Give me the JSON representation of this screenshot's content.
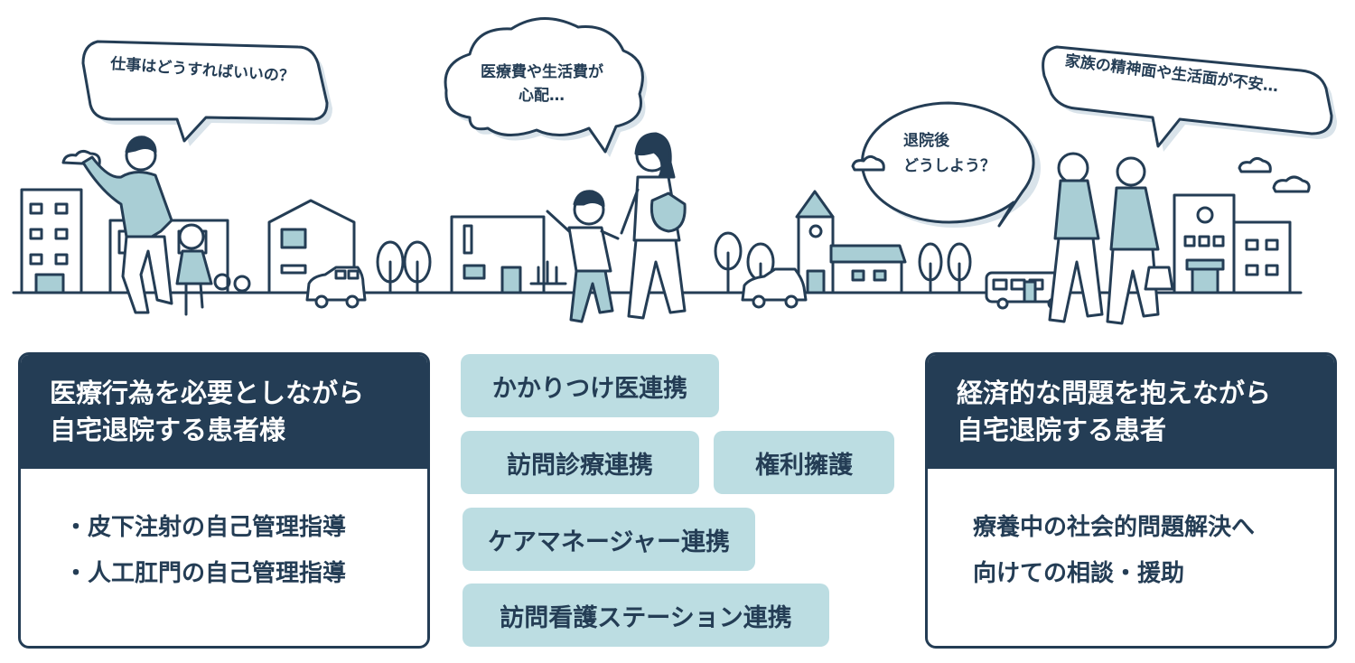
{
  "bubbles": {
    "work": "仕事はどうすればいいの？",
    "cost_line1": "医療費や生活費が",
    "cost_line2": "心配…",
    "after_line1": "退院後",
    "after_line2": "どうしよう？",
    "family": "家族の精神面や生活面が不安…"
  },
  "left_panel": {
    "title_line1": "医療行為を必要としながら",
    "title_line2": "自宅退院する患者様",
    "items": [
      "・皮下注射の自己管理指導",
      "・人工肛門の自己管理指導"
    ]
  },
  "center_tags": [
    "かかりつけ医連携",
    "訪問診療連携",
    "権利擁護",
    "ケアマネージャー連携",
    "訪問看護ステーション連携"
  ],
  "right_panel": {
    "title_line1": "経済的な問題を抱えながら",
    "title_line2": "自宅退院する患者",
    "body_line1": "療養中の社会的問題解決へ",
    "body_line2": "向けての相談・援助"
  },
  "colors": {
    "navy": "#243d55",
    "teal_fill": "#a9ced5",
    "tag_fill": "#bcdde2",
    "bubble_shadow": "#d9e3ea"
  }
}
